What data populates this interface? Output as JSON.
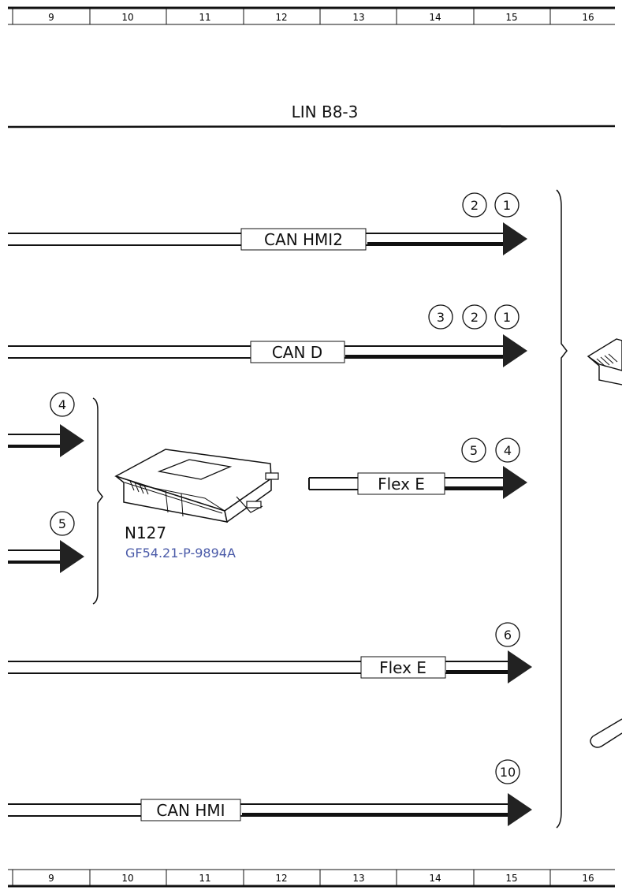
{
  "ruler": {
    "top_numbers": [
      "9",
      "10",
      "11",
      "12",
      "13",
      "14",
      "15",
      "16"
    ],
    "bottom_numbers": [
      "9",
      "10",
      "11",
      "12",
      "13",
      "14",
      "15",
      "16"
    ]
  },
  "lin_title": "LIN B8-3",
  "buses": [
    {
      "label": "CAN HMI2",
      "markers": [
        "2",
        "1"
      ]
    },
    {
      "label": "CAN D",
      "markers": [
        "3",
        "2",
        "1"
      ]
    },
    {
      "label": "Flex E",
      "markers": [
        "5",
        "4"
      ]
    },
    {
      "label": "Flex E",
      "markers": [
        "6"
      ]
    },
    {
      "label": "CAN HMI",
      "markers": [
        "10"
      ]
    }
  ],
  "inputs": [
    {
      "marker": "4"
    },
    {
      "marker": "5"
    }
  ],
  "component": {
    "name": "N127",
    "reference": "GF54.21-P-9894A",
    "icon": "control-unit-icon"
  },
  "colors": {
    "line": "#111111",
    "reference_link": "#4a5aa8"
  }
}
